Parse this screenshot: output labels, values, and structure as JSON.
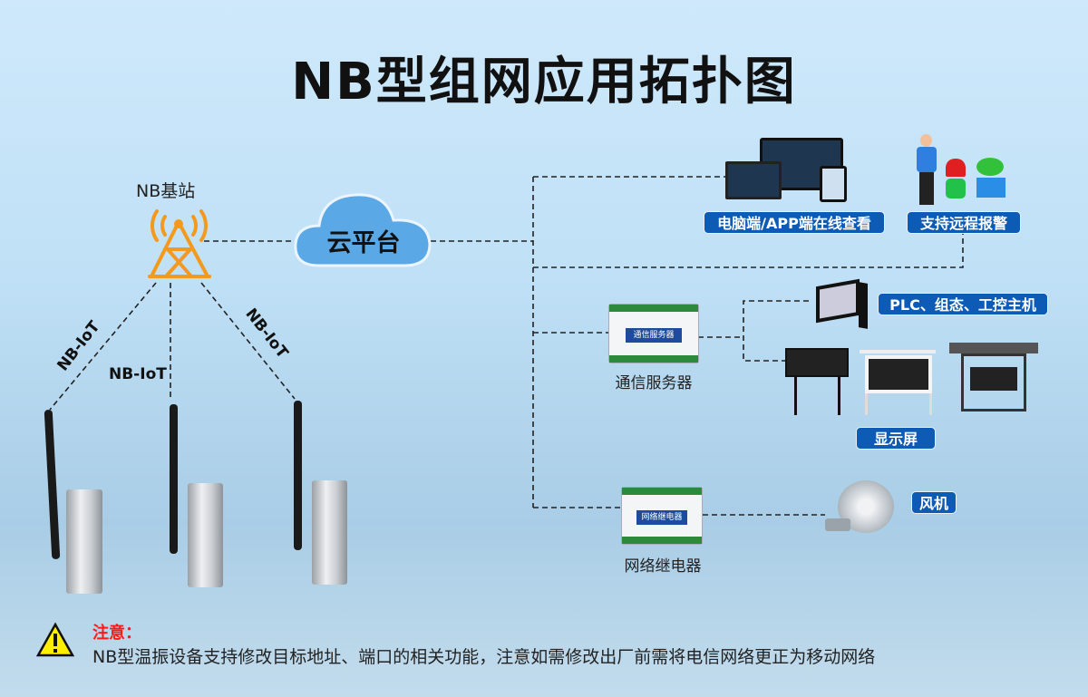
{
  "title": "NB型组网应用拓扑图",
  "base_station": {
    "label": "NB基站",
    "icon": "cell-tower-icon",
    "color": "#f39a1e"
  },
  "cloud": {
    "label": "云平台",
    "icon": "cloud-icon"
  },
  "links": {
    "left": "NB-IoT",
    "middle": "NB-IoT",
    "right": "NB-IoT"
  },
  "outputs": {
    "view": "电脑端/APP端在线查看",
    "alarm": "支持远程报警",
    "plc": "PLC、组态、工控主机",
    "display": "显示屏",
    "fan": "风机"
  },
  "devices": {
    "comm_server": {
      "label": "通信服务器",
      "badge": "通信服务器"
    },
    "relay": {
      "label": "网络继电器",
      "badge": "网络继电器"
    }
  },
  "notice": {
    "heading": "注意：",
    "text": "NB型温振设备支持修改目标地址、端口的相关功能，注意如需修改出厂前需将电信网络更正为移动网络",
    "icon": "warning-icon"
  },
  "colors": {
    "tag_bg": "#0d5bb5",
    "notice_heading": "#ff1a1a"
  }
}
